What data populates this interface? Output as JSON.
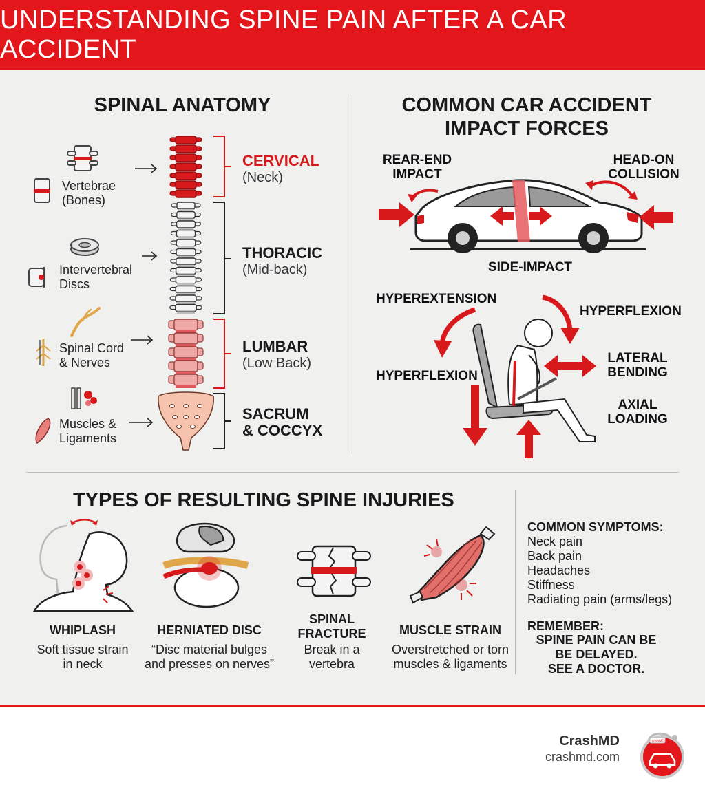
{
  "header": {
    "title": "UNDERSTANDING SPINE PAIN AFTER A CAR ACCIDENT"
  },
  "anatomy": {
    "heading": "SPINAL ANATOMY",
    "components": [
      {
        "icon": "vertebra-icon",
        "label": "Vertebrae\n(Bones)"
      },
      {
        "icon": "disc-icon",
        "label": "Intervertebral\nDiscs"
      },
      {
        "icon": "nerve-icon",
        "label": "Spinal Cord\n& Nerves"
      },
      {
        "icon": "muscle-icon",
        "label": "Muscles &\nLigaments"
      }
    ],
    "regions": [
      {
        "name": "CERVICAL",
        "sub": "(Neck)",
        "highlight": true
      },
      {
        "name": "THORACIC",
        "sub": "(Mid-back)",
        "highlight": false
      },
      {
        "name": "LUMBAR",
        "sub": "(Low Back)",
        "highlight": false
      },
      {
        "name": "SACRUM\n& COCCYX",
        "sub": "",
        "highlight": false
      }
    ]
  },
  "forces": {
    "heading": "COMMON CAR ACCIDENT\nIMPACT FORCES",
    "car": {
      "rear": "REAR-END\nIMPACT",
      "head": "HEAD-ON\nCOLLISION",
      "side": "SIDE-IMPACT"
    },
    "body": {
      "hyperextension": "HYPEREXTENSION",
      "hyperflexion_right": "HYPERFLEXION",
      "hyperflexion_left": "HYPERFLEXION",
      "lateral": "LATERAL\nBENDING",
      "axial": "AXIAL\nLOADING"
    }
  },
  "injuries": {
    "heading": "TYPES OF RESULTING SPINE INJURIES",
    "items": [
      {
        "name": "WHIPLASH",
        "desc": "Soft tissue strain\nin neck"
      },
      {
        "name": "HERNIATED DISC",
        "desc": "“Disc material bulges\nand presses on nerves”"
      },
      {
        "name": "SPINAL\nFRACTURE",
        "desc": "Break in a\nvertebra"
      },
      {
        "name": "MUSCLE STRAIN",
        "desc": "Overstretched or torn\nmuscles & ligaments"
      }
    ]
  },
  "symptoms": {
    "heading": "COMMON SYMPTOMS:",
    "list": [
      "Neck pain",
      "Back pain",
      "Headaches",
      "Stiffness",
      "Radiating pain (arms/legs)"
    ],
    "remember_title": "REMEMBER:",
    "remember_text": "SPINE PAIN CAN BE\nBE DELAYED.\nSEE A DOCTOR."
  },
  "footer": {
    "brand": "CrashMD",
    "url": "crashmd.com",
    "logo_text": "crashMD"
  },
  "colors": {
    "accent": "#e3171b",
    "background": "#f0f0ef"
  }
}
